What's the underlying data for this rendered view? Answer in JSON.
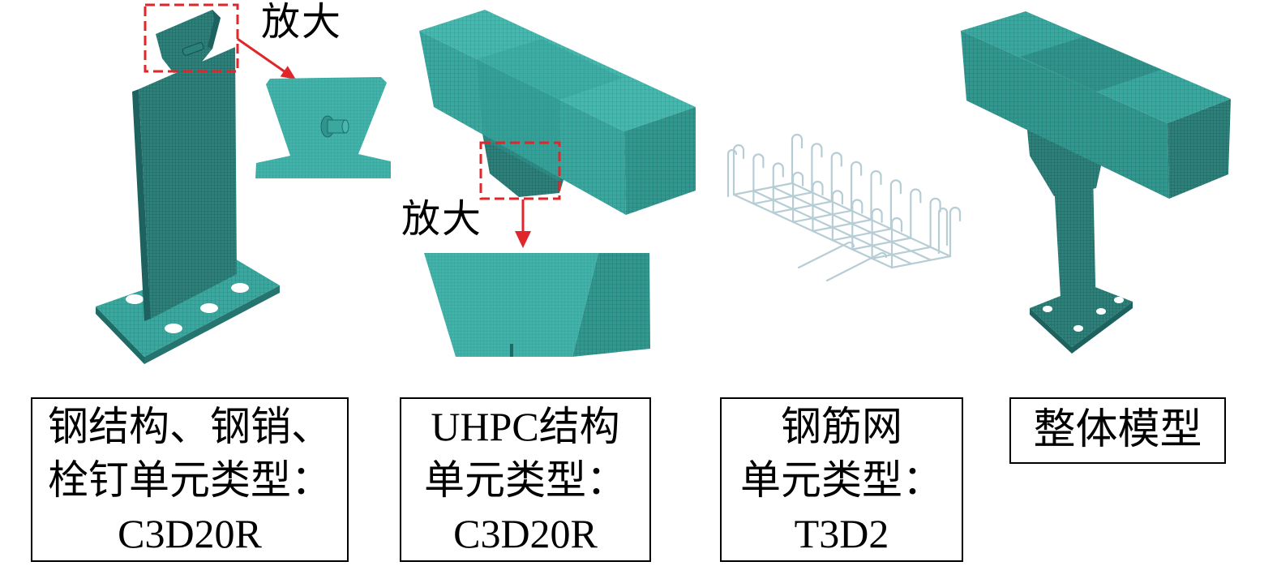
{
  "labels": {
    "zoom_1": "放大",
    "zoom_2": "放大"
  },
  "captions": [
    {
      "lines": [
        "钢结构、钢销、",
        "栓钉单元类型：",
        "C3D20R"
      ]
    },
    {
      "lines": [
        "UHPC结构",
        "单元类型：",
        "C3D20R"
      ]
    },
    {
      "lines": [
        "钢筋网",
        "单元类型：",
        "T3D2"
      ]
    },
    {
      "lines": [
        "整体模型"
      ]
    }
  ],
  "colors": {
    "mesh": "#3aa9a0",
    "highlight": "#e0262b",
    "rebar": "#b7cdd6",
    "border": "#000000"
  }
}
